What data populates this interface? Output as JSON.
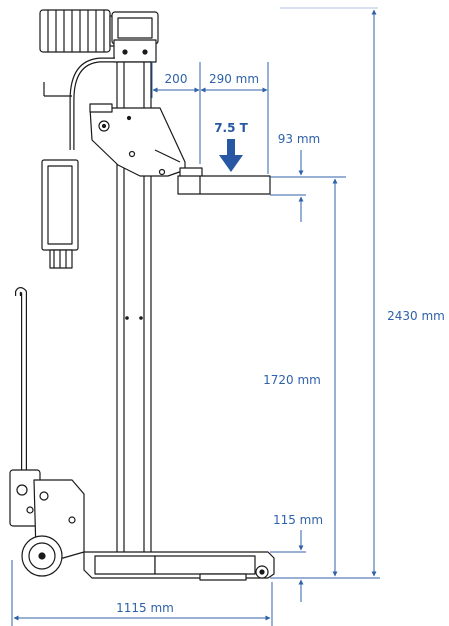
{
  "colors": {
    "dimension": "#2f62a8",
    "outline": "#1a1a1a",
    "fill": "#ffffff",
    "load_arrow": "#2857a4"
  },
  "labels": {
    "arm_offset": "200",
    "arm_length": "290 mm",
    "load": "7.5 T",
    "arm_thickness": "93 mm",
    "lift_height": "1720 mm",
    "overall_height": "2430 mm",
    "min_height": "115 mm",
    "overall_depth": "1115 mm"
  },
  "icons": {
    "load_arrow": "down-arrow-icon"
  }
}
